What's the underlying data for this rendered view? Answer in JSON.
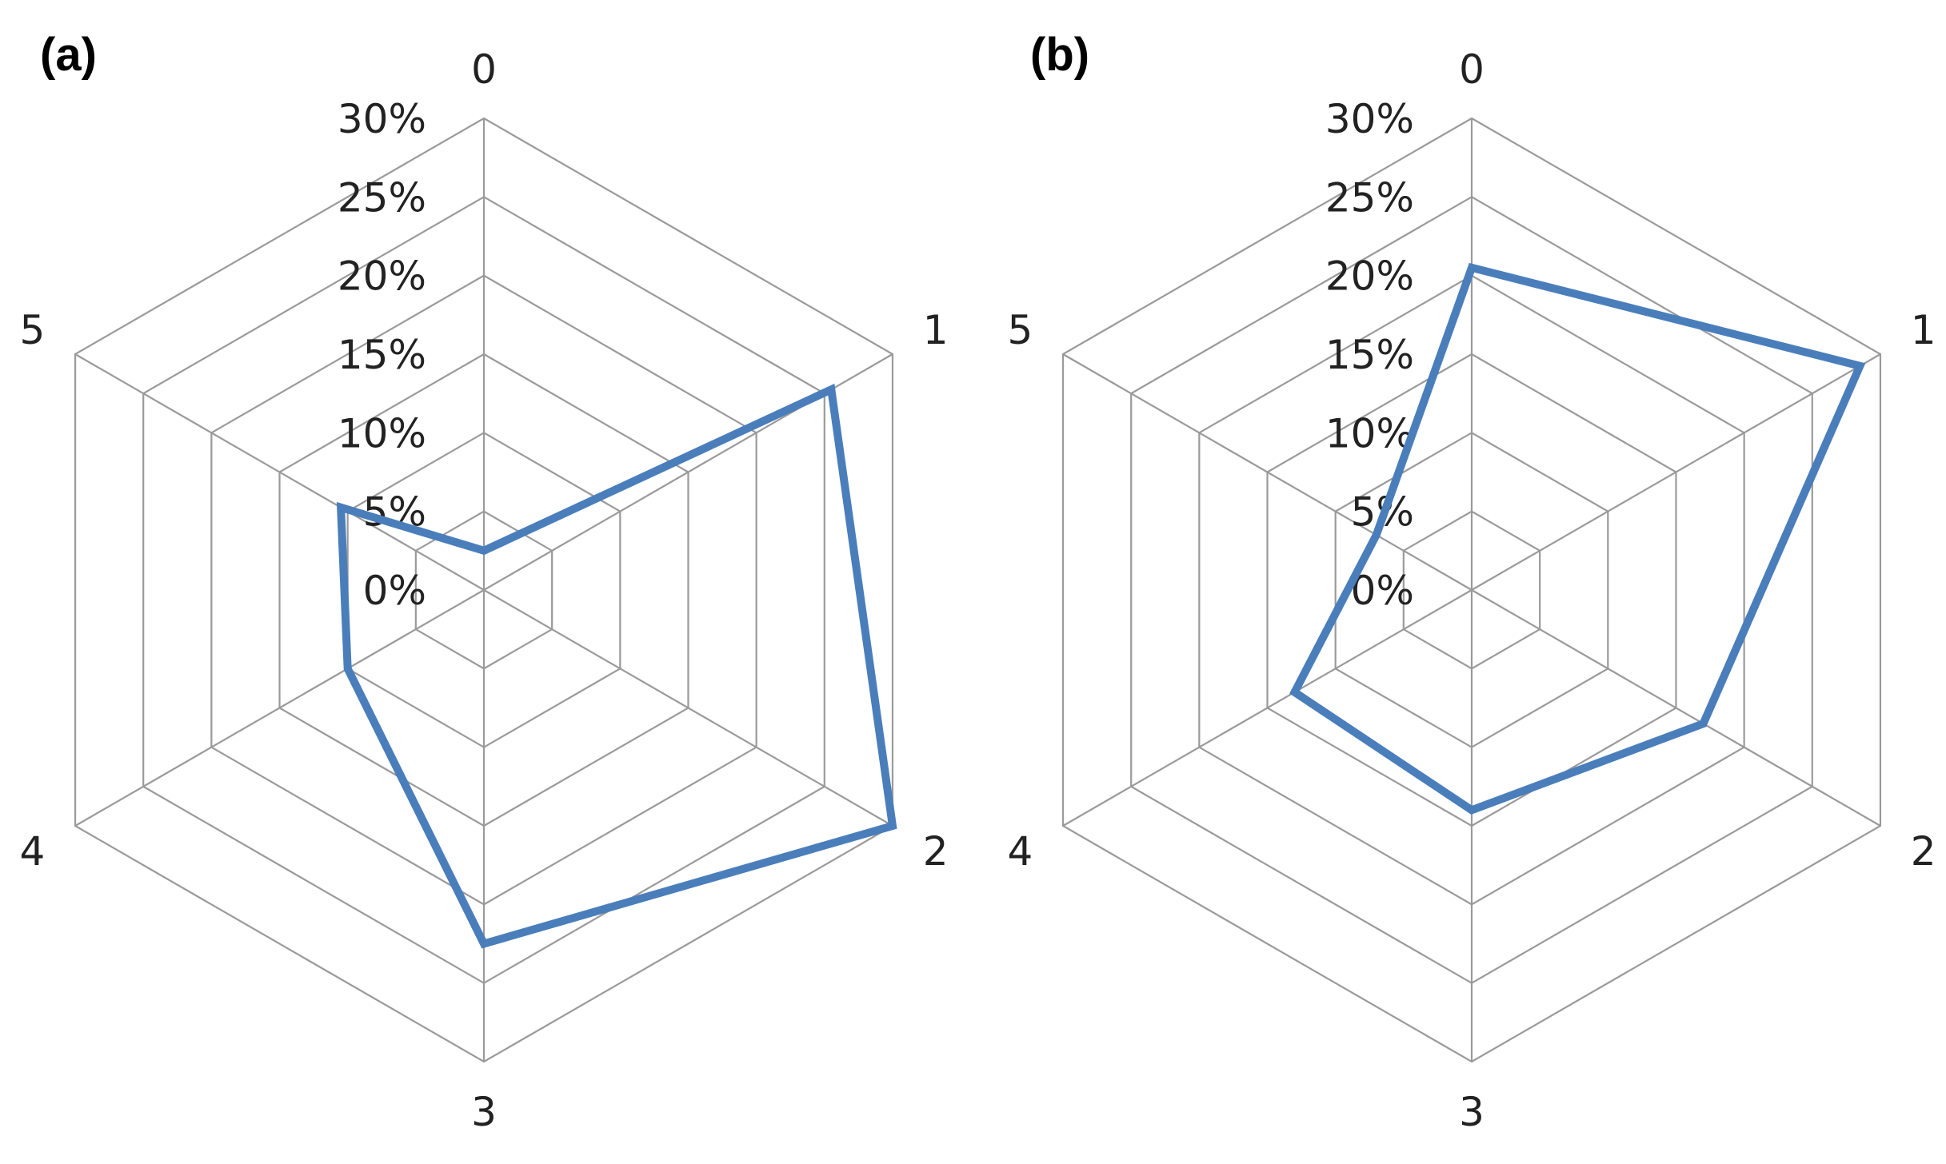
{
  "chart_data": [
    {
      "type": "radar",
      "panel_label": "(a)",
      "categories": [
        "0",
        "1",
        "2",
        "3",
        "4",
        "5"
      ],
      "tick_labels": [
        "30%",
        "25%",
        "20%",
        "15%",
        "10%",
        "5%",
        "0%"
      ],
      "ticks": [
        0,
        5,
        10,
        15,
        20,
        25,
        30
      ],
      "range": [
        0,
        30
      ],
      "grid": true,
      "series": [
        {
          "values": [
            2.5,
            25.5,
            30,
            22.5,
            10,
            10.5
          ],
          "color": "#4a7ebb"
        }
      ]
    },
    {
      "type": "radar",
      "panel_label": "(b)",
      "categories": [
        "0",
        "1",
        "2",
        "3",
        "4",
        "5"
      ],
      "tick_labels": [
        "30%",
        "25%",
        "20%",
        "15%",
        "10%",
        "5%",
        "0%"
      ],
      "ticks": [
        0,
        5,
        10,
        15,
        20,
        25,
        30
      ],
      "range": [
        0,
        30
      ],
      "grid": true,
      "series": [
        {
          "values": [
            20.5,
            28.5,
            17,
            14,
            13,
            7
          ],
          "color": "#4a7ebb"
        }
      ]
    }
  ]
}
